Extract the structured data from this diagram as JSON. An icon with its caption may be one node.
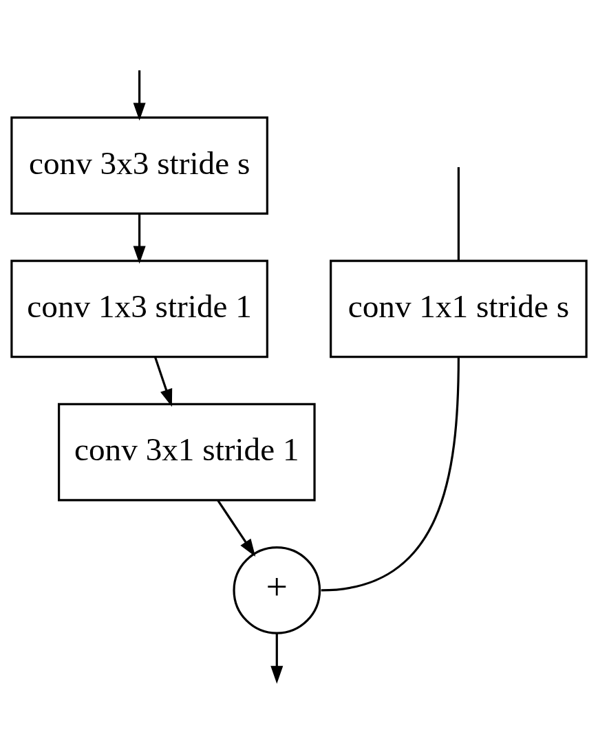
{
  "diagram": {
    "nodes": [
      {
        "text": [
          "conv 3x3 stride s"
        ]
      },
      {
        "text": [
          "conv 1x3 stride 1"
        ]
      },
      {
        "text": [
          "conv 3x1 stride 1"
        ]
      },
      {
        "text": [
          "conv 1x1 stride s"
        ]
      },
      {
        "text": [
          "+"
        ]
      }
    ],
    "edges": [
      {
        "from": null,
        "to": 0,
        "arrow": "to"
      },
      {
        "from": null,
        "to": 3,
        "arrow": "none"
      },
      {
        "from": 0,
        "to": 1,
        "arrow": "to"
      },
      {
        "from": 1,
        "to": 2,
        "arrow": "to"
      },
      {
        "from": 2,
        "to": 4,
        "arrow": "to"
      },
      {
        "from": 3,
        "to": 4,
        "arrow": "none"
      },
      {
        "from": 4,
        "to": null,
        "arrow": "to"
      }
    ]
  }
}
